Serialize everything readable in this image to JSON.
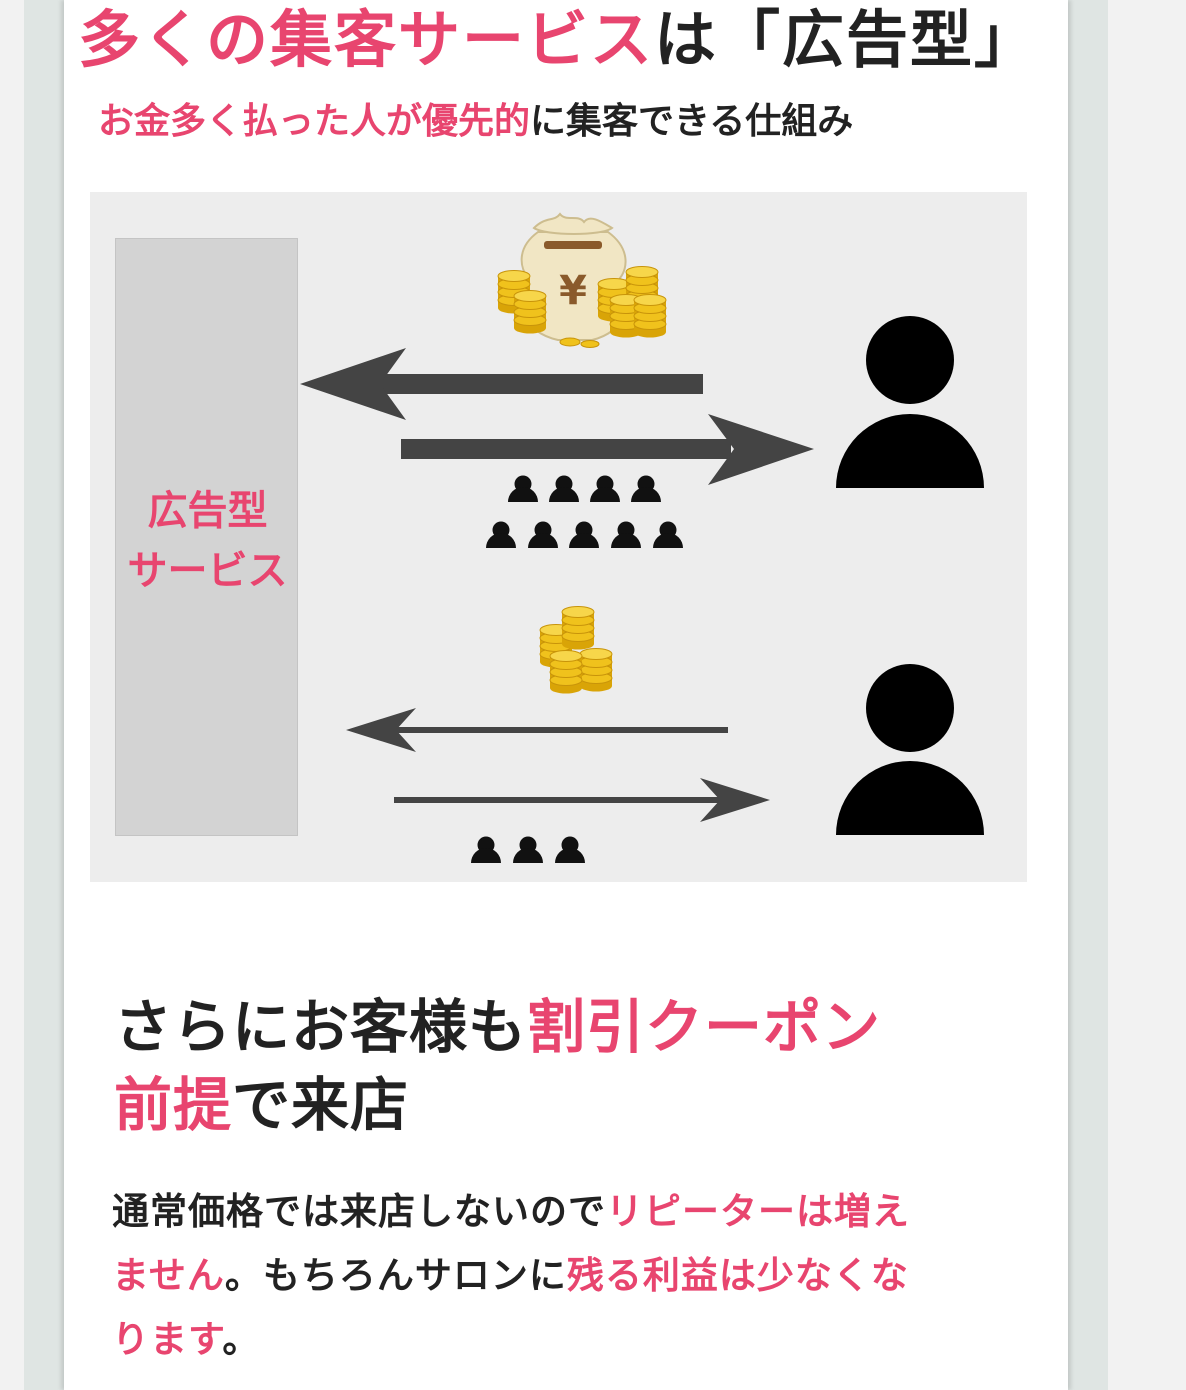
{
  "headline": {
    "pink": "多くの集客サービス",
    "dark": "は「広告型」"
  },
  "subhead": {
    "pink": "お金多く払った人が優先的",
    "dark": "に集客できる仕組み"
  },
  "diagram": {
    "service_label": [
      "広告型",
      "サービス"
    ],
    "money_bag_symbol": "¥"
  },
  "lead": {
    "line1_dark": "さらにお客様も",
    "line1_pink": "割引クーポン",
    "line2_pink": "前提",
    "line2_dark": "で来店"
  },
  "body": {
    "line1_dark": "通常価格では来店しないので",
    "line1_pink": "リピーターは増え",
    "line2_pink": "ません",
    "line2_dark": "。もちろんサロンに",
    "line2_pink2": "残る利益は少なくな",
    "line3_pink": "ります",
    "line3_dark": "。"
  },
  "colors": {
    "accent": "#e8456f",
    "text": "#222222",
    "panel": "#ededed",
    "box": "#d3d3d3"
  }
}
